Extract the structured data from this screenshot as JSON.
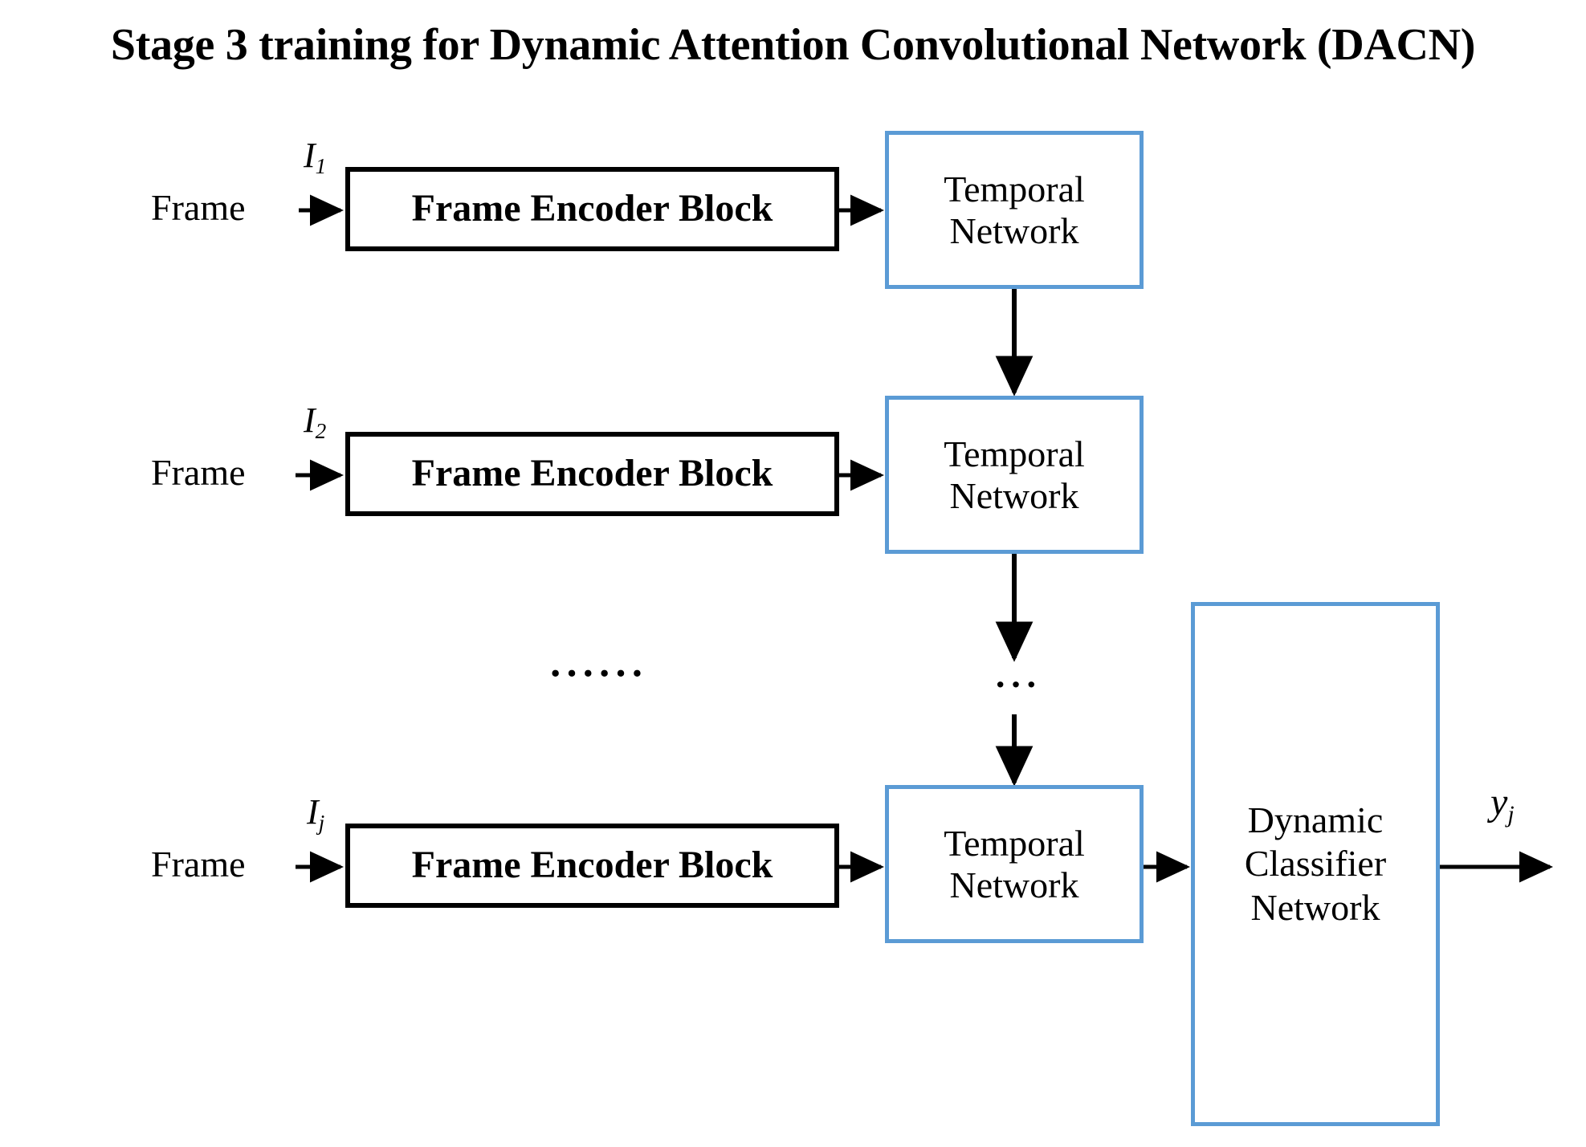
{
  "title": "Stage 3 training for Dynamic Attention Convolutional Network (DACN)",
  "colors": {
    "blue_border": "#5B9BD5",
    "black_border": "#000000",
    "background": "#FFFFFF",
    "text": "#000000"
  },
  "rows": [
    {
      "frame_label": "Frame",
      "input_symbol": "I",
      "input_subscript": "1",
      "encoder_label": "Frame Encoder Block",
      "temporal_label_line1": "Temporal",
      "temporal_label_line2": "Network"
    },
    {
      "frame_label": "Frame",
      "input_symbol": "I",
      "input_subscript": "2",
      "encoder_label": "Frame Encoder Block",
      "temporal_label_line1": "Temporal",
      "temporal_label_line2": "Network"
    },
    {
      "frame_label": "Frame",
      "input_symbol": "I",
      "input_subscript": "j",
      "encoder_label": "Frame Encoder Block",
      "temporal_label_line1": "Temporal",
      "temporal_label_line2": "Network"
    }
  ],
  "ellipsis": {
    "rows_between": "······",
    "temporal_chain": "···"
  },
  "classifier": {
    "line1": "Dynamic",
    "line2": "Classifier",
    "line3": "Network"
  },
  "output": {
    "symbol": "y",
    "subscript": "j"
  }
}
